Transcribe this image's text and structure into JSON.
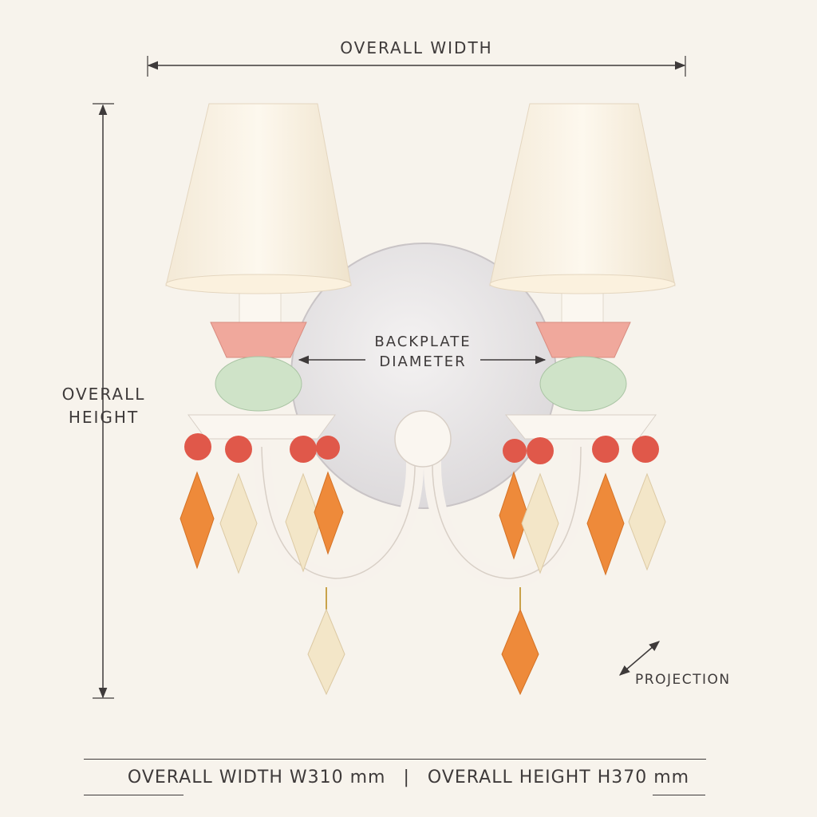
{
  "labels": {
    "overall_width": "OVERALL WIDTH",
    "overall_height_line1": "OVERALL",
    "overall_height_line2": "HEIGHT",
    "backplate_line1": "BACKPLATE",
    "backplate_line2": "DIAMETER",
    "projection": "PROJECTION"
  },
  "spec": {
    "width_text": "OVERALL WIDTH W310 mm",
    "separator": "|",
    "height_text": "OVERALL HEIGHT H370 mm"
  },
  "colors": {
    "background": "#f7f3ec",
    "ink": "#3e3a3a",
    "shade": "#fbf4e6",
    "pink": "#f0a89c",
    "mint": "#cfe3c8",
    "coral": "#e0584a",
    "orange": "#ee8a3a",
    "cream": "#f3e6c8"
  },
  "icons": [
    "dimension-arrow-icon",
    "diagonal-arrow-icon"
  ]
}
